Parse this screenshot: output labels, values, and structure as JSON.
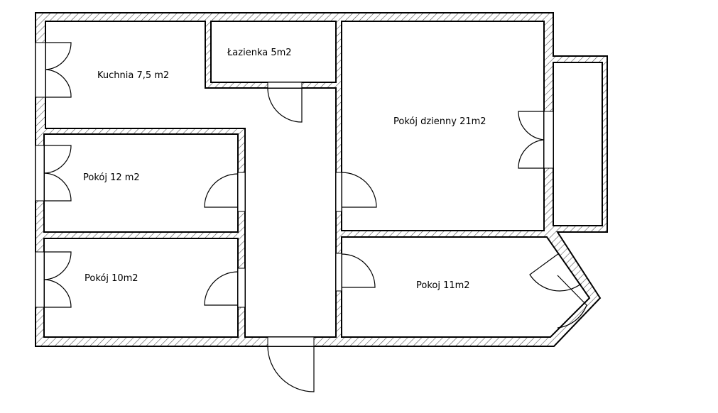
{
  "plan": {
    "rooms": [
      {
        "id": "kitchen",
        "label": "Kuchnia 7,5 m2"
      },
      {
        "id": "bathroom",
        "label": "Łazienka 5m2"
      },
      {
        "id": "living-room",
        "label": "Pokój dzienny 21m2"
      },
      {
        "id": "room-12",
        "label": "Pokój 12 m2"
      },
      {
        "id": "room-10",
        "label": "Pokój 10m2"
      },
      {
        "id": "room-11",
        "label": "Pokoj 11m2"
      }
    ],
    "colors": {
      "line": "#000000",
      "background": "#ffffff"
    }
  }
}
